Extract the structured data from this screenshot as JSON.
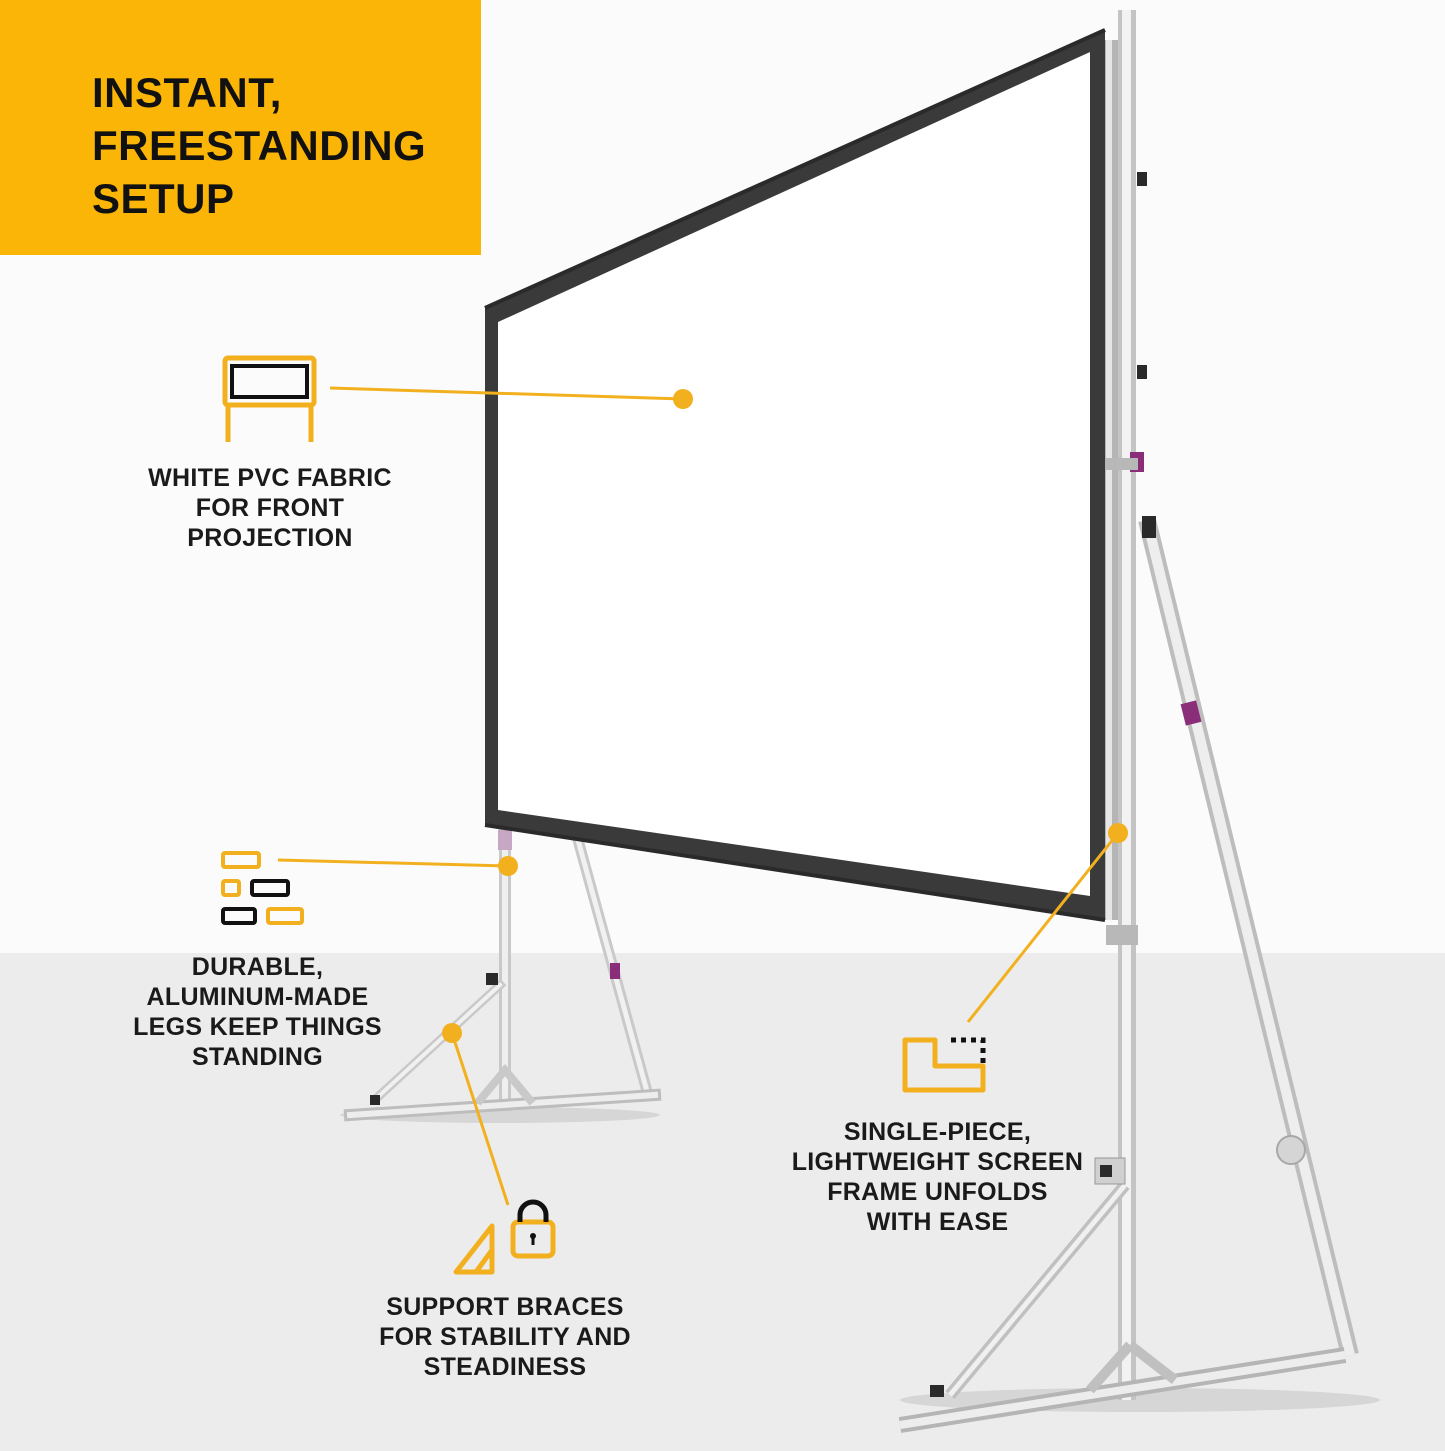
{
  "banner": {
    "title_lines": [
      "INSTANT,",
      "FREESTANDING",
      "SETUP"
    ],
    "color": "#fbb507"
  },
  "accent_color": "#f2b01e",
  "features": [
    {
      "icon": "screen-icon",
      "lines": [
        "WHITE PVC FABRIC",
        "FOR FRONT",
        "PROJECTION"
      ]
    },
    {
      "icon": "legs-blocks-icon",
      "lines": [
        "DURABLE,",
        "ALUMINUM-MADE",
        "LEGS KEEP THINGS",
        "STANDING"
      ]
    },
    {
      "icon": "unfold-frame-icon",
      "lines": [
        "SINGLE-PIECE,",
        "LIGHTWEIGHT SCREEN",
        "FRAME UNFOLDS",
        "WITH EASE"
      ]
    },
    {
      "icon": "brace-lock-icon",
      "lines": [
        "SUPPORT BRACES",
        "FOR STABILITY AND",
        "STEADINESS"
      ]
    }
  ]
}
